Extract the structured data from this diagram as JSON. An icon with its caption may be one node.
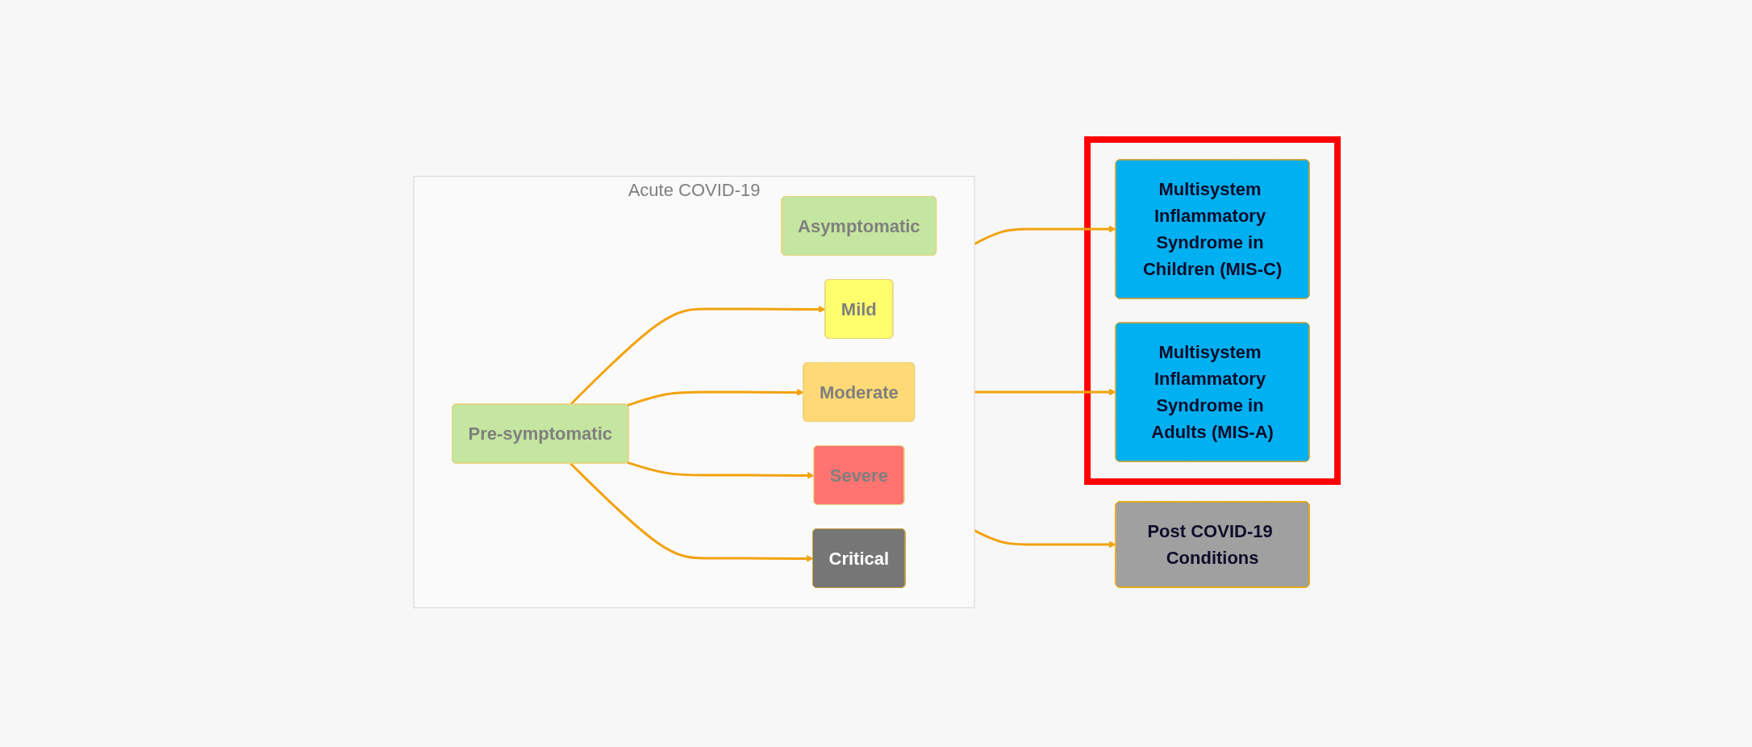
{
  "diagram": {
    "nodes": [
      {
        "text": [
          "Acute COVID-19"
        ]
      },
      {
        "text": [
          "Asymptomatic"
        ],
        "in": 0
      },
      {
        "text": [
          "Pre-symptomatic"
        ],
        "in": 0
      },
      {
        "text": [
          "Mild"
        ],
        "in": 0
      },
      {
        "text": [
          "Moderate"
        ],
        "in": 0
      },
      {
        "text": [
          "Severe"
        ],
        "in": 0
      },
      {
        "text": [
          "Critical"
        ],
        "in": 0
      },
      {
        "text": [],
        "shape": "box"
      },
      {
        "text": [
          "Multisystem Inflammatory Syndrome in Children (MIS-C)"
        ],
        "in": 7
      },
      {
        "text": [
          "Multisystem Inflammatory Syndrome in Adults (MIS-A)"
        ],
        "in": 7
      },
      {
        "text": [
          "Post COVID-19 Conditions"
        ]
      }
    ],
    "edges": [
      {
        "from": 2,
        "to": 3,
        "arrow": "to"
      },
      {
        "from": 2,
        "to": 4,
        "arrow": "to"
      },
      {
        "from": 2,
        "to": 5,
        "arrow": "to"
      },
      {
        "from": 2,
        "to": 6,
        "arrow": "to"
      },
      {
        "from": 0,
        "to": 10,
        "arrow": "to"
      },
      {
        "from": 0,
        "to": 8,
        "arrow": "to"
      },
      {
        "from": 0,
        "to": 9,
        "arrow": "to"
      }
    ]
  }
}
